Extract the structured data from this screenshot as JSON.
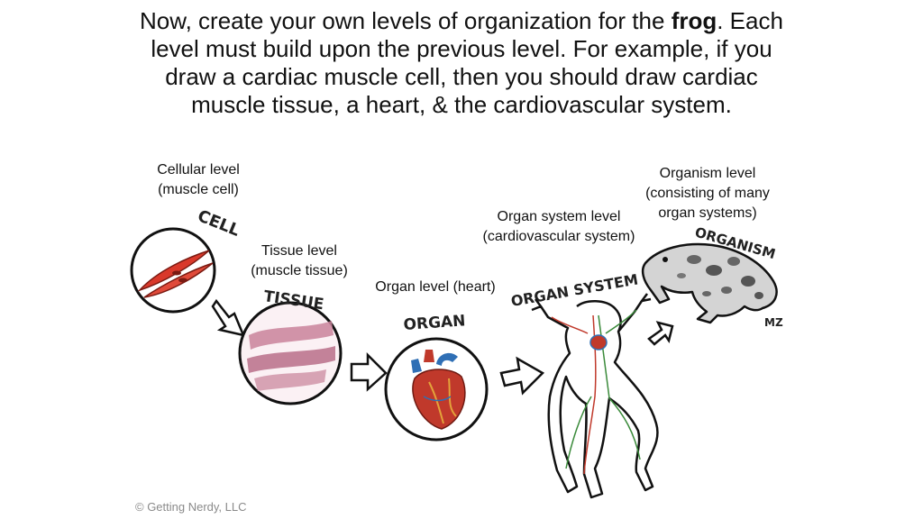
{
  "title": {
    "before_bold": "Now, create your own levels of organization for the ",
    "bold": "frog",
    "after_bold": ".  Each level must build upon the previous level. For example, if you draw a cardiac muscle cell, then you should draw cardiac muscle tissue, a heart, & the cardiovascular system."
  },
  "captions": {
    "cell_line1": "Cellular level",
    "cell_line2": "(muscle cell)",
    "tissue_line1": "Tissue level",
    "tissue_line2": "(muscle tissue)",
    "organ": "Organ level (heart)",
    "system_line1": "Organ system level",
    "system_line2": "(cardiovascular system)",
    "organism_line1": "Organism level",
    "organism_line2": "(consisting of many",
    "organism_line3": "organ systems)"
  },
  "drawing_labels": {
    "cell": "CELL",
    "tissue": "TISSUE",
    "organ": "ORGAN",
    "organ_system": "ORGAN SYSTEM",
    "organism": "ORGANISM",
    "signature": "MZ"
  },
  "footer": "© Getting Nerdy, LLC",
  "colors": {
    "muscle_red": "#d9392b",
    "tissue_pink": "#c9839a",
    "heart_red": "#c0392b",
    "vessel_blue": "#2f6fb5",
    "nerve_green": "#3a8a3a",
    "frog_gray": "#bfbfbf"
  }
}
